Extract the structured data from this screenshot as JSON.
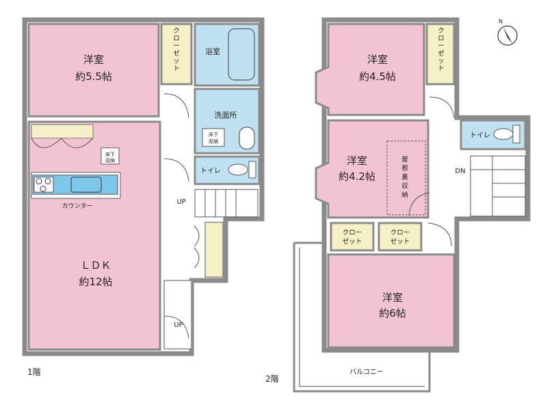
{
  "floor1": {
    "label": "1階",
    "western_room": {
      "name": "洋室",
      "size": "約5.5帖"
    },
    "closet": [
      "ク",
      "ロ",
      "ー",
      "ゼ",
      "ッ",
      "ト"
    ],
    "bath": "浴室",
    "washroom": "洗面所",
    "washroom_storage": [
      "床下",
      "収納"
    ],
    "toilet": "トイレ",
    "ldk": {
      "name": "ＬＤＫ",
      "size": "約12帖"
    },
    "floor_storage": [
      "床下",
      "収納"
    ],
    "counter": "カウンター",
    "up_top": "UP",
    "up_bottom": "UP"
  },
  "floor2": {
    "label": "2階",
    "room_a": {
      "name": "洋室",
      "size": "約4.5帖"
    },
    "closet_a": [
      "ク",
      "ロ",
      "ー",
      "ゼ",
      "ッ",
      "ト"
    ],
    "toilet": "トイレ",
    "down": "DN",
    "room_b": {
      "name": "洋室",
      "size": "約4.2帖"
    },
    "attic": [
      "屋",
      "根",
      "裏",
      "収",
      "納"
    ],
    "closet_b": [
      "クロー",
      "ゼット"
    ],
    "closet_c": [
      "クロー",
      "ゼット"
    ],
    "room_c": {
      "name": "洋室",
      "size": "約6帖"
    },
    "balcony": "バルコニー"
  },
  "compass": "N",
  "colors": {
    "wall": "#8a8a8a",
    "room_pink": "#f2c3d3",
    "closet_yellow": "#f6f0c6",
    "water_blue": "#bfe1f2",
    "kitchen_blue": "#7fc7ea"
  }
}
